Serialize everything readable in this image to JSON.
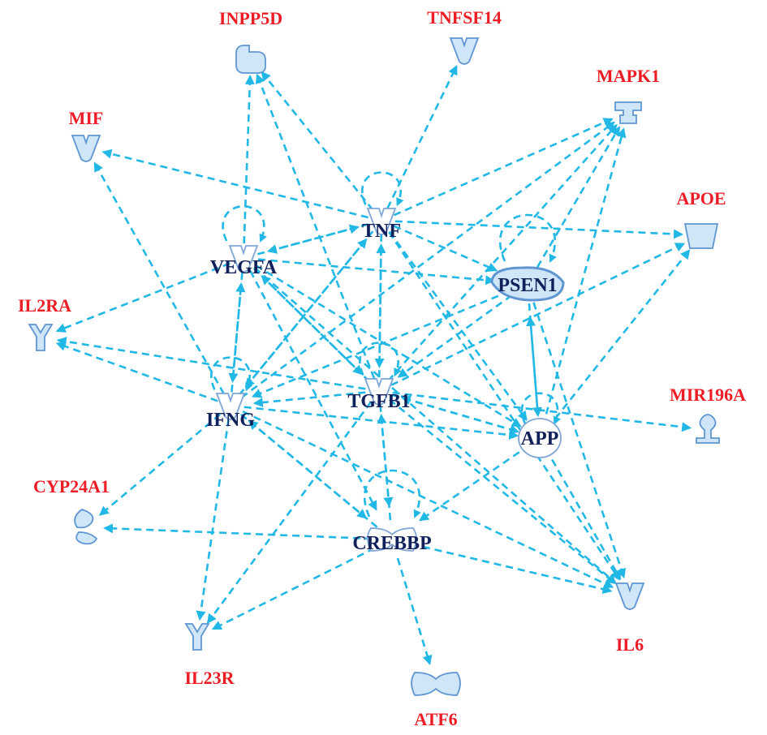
{
  "colors": {
    "edge": "#22b8e6",
    "hub_label": "#10205a",
    "peripheral_label": "#ee1c24",
    "node_fill": "#cfe6f8",
    "node_stroke": "#5f96d2"
  },
  "nodes": [
    {
      "id": "TNF",
      "label": "TNF",
      "kind": "hub",
      "shape": "cytokine-icon"
    },
    {
      "id": "VEGFA",
      "label": "VEGFA",
      "kind": "hub",
      "shape": "cytokine-icon"
    },
    {
      "id": "PSEN1",
      "label": "PSEN1",
      "kind": "hub",
      "shape": "peptidase-icon"
    },
    {
      "id": "TGFB1",
      "label": "TGFB1",
      "kind": "hub",
      "shape": "cytokine-icon"
    },
    {
      "id": "IFNG",
      "label": "IFNG",
      "kind": "hub",
      "shape": "cytokine-icon"
    },
    {
      "id": "APP",
      "label": "APP",
      "kind": "hub",
      "shape": "other-icon"
    },
    {
      "id": "CREBBP",
      "label": "CREBBP",
      "kind": "hub",
      "shape": "transcription-regulator-icon"
    },
    {
      "id": "INPP5D",
      "label": "INPP5D",
      "kind": "peripheral",
      "shape": "phosphatase-icon"
    },
    {
      "id": "TNFSF14",
      "label": "TNFSF14",
      "kind": "peripheral",
      "shape": "cytokine-icon"
    },
    {
      "id": "MAPK1",
      "label": "MAPK1",
      "kind": "peripheral",
      "shape": "kinase-icon"
    },
    {
      "id": "MIF",
      "label": "MIF",
      "kind": "peripheral",
      "shape": "cytokine-icon"
    },
    {
      "id": "APOE",
      "label": "APOE",
      "kind": "peripheral",
      "shape": "transporter-icon"
    },
    {
      "id": "IL2RA",
      "label": "IL2RA",
      "kind": "peripheral",
      "shape": "receptor-icon"
    },
    {
      "id": "MIR196A",
      "label": "MIR196A",
      "kind": "peripheral",
      "shape": "microrna-icon"
    },
    {
      "id": "CYP24A1",
      "label": "CYP24A1",
      "kind": "peripheral",
      "shape": "enzyme-icon"
    },
    {
      "id": "IL6",
      "label": "IL6",
      "kind": "peripheral",
      "shape": "cytokine-icon"
    },
    {
      "id": "IL23R",
      "label": "IL23R",
      "kind": "peripheral",
      "shape": "receptor-icon"
    },
    {
      "id": "ATF6",
      "label": "ATF6",
      "kind": "peripheral",
      "shape": "transcription-regulator-icon"
    }
  ],
  "edges": [
    [
      "TNF",
      "TNF"
    ],
    [
      "VEGFA",
      "VEGFA"
    ],
    [
      "PSEN1",
      "PSEN1"
    ],
    [
      "TGFB1",
      "TGFB1"
    ],
    [
      "IFNG",
      "IFNG"
    ],
    [
      "APP",
      "APP"
    ],
    [
      "CREBBP",
      "CREBBP"
    ],
    [
      "TNF",
      "INPP5D"
    ],
    [
      "TNF",
      "TNFSF14"
    ],
    [
      "TNF",
      "MAPK1"
    ],
    [
      "TNF",
      "MIF"
    ],
    [
      "TNF",
      "APOE"
    ],
    [
      "TNF",
      "PSEN1"
    ],
    [
      "TNF",
      "VEGFA"
    ],
    [
      "TNF",
      "IFNG"
    ],
    [
      "TNF",
      "TGFB1"
    ],
    [
      "TNF",
      "APP"
    ],
    [
      "TNF",
      "IL6"
    ],
    [
      "VEGFA",
      "INPP5D"
    ],
    [
      "VEGFA",
      "TNF"
    ],
    [
      "VEGFA",
      "IL2RA"
    ],
    [
      "VEGFA",
      "PSEN1"
    ],
    [
      "VEGFA",
      "IFNG"
    ],
    [
      "VEGFA",
      "TGFB1"
    ],
    [
      "VEGFA",
      "APP"
    ],
    [
      "VEGFA",
      "IL6"
    ],
    [
      "VEGFA",
      "CREBBP"
    ],
    [
      "TGFB1",
      "INPP5D"
    ],
    [
      "TGFB1",
      "TNF"
    ],
    [
      "TGFB1",
      "VEGFA"
    ],
    [
      "TGFB1",
      "IL2RA"
    ],
    [
      "TGFB1",
      "IFNG"
    ],
    [
      "TGFB1",
      "APP"
    ],
    [
      "TGFB1",
      "MIR196A"
    ],
    [
      "TGFB1",
      "IL6"
    ],
    [
      "TGFB1",
      "IL23R"
    ],
    [
      "TGFB1",
      "MAPK1"
    ],
    [
      "TGFB1",
      "APOE"
    ],
    [
      "TGFB1",
      "CREBBP"
    ],
    [
      "IFNG",
      "MIF"
    ],
    [
      "IFNG",
      "VEGFA"
    ],
    [
      "IFNG",
      "TNF"
    ],
    [
      "IFNG",
      "IL2RA"
    ],
    [
      "IFNG",
      "CYP24A1"
    ],
    [
      "IFNG",
      "IL23R"
    ],
    [
      "IFNG",
      "APP"
    ],
    [
      "IFNG",
      "MAPK1"
    ],
    [
      "IFNG",
      "IL6"
    ],
    [
      "IFNG",
      "CREBBP"
    ],
    [
      "PSEN1",
      "APP"
    ],
    [
      "PSEN1",
      "IFNG"
    ],
    [
      "PSEN1",
      "TGFB1"
    ],
    [
      "PSEN1",
      "MAPK1"
    ],
    [
      "PSEN1",
      "IL6"
    ],
    [
      "APP",
      "PSEN1"
    ],
    [
      "APP",
      "APOE"
    ],
    [
      "APP",
      "MAPK1"
    ],
    [
      "APP",
      "IL6"
    ],
    [
      "APP",
      "CREBBP"
    ],
    [
      "APP",
      "TGFB1"
    ],
    [
      "CREBBP",
      "CYP24A1"
    ],
    [
      "CREBBP",
      "IFNG"
    ],
    [
      "CREBBP",
      "IL23R"
    ],
    [
      "CREBBP",
      "ATF6"
    ],
    [
      "CREBBP",
      "TGFB1"
    ],
    [
      "CREBBP",
      "IL6"
    ]
  ]
}
